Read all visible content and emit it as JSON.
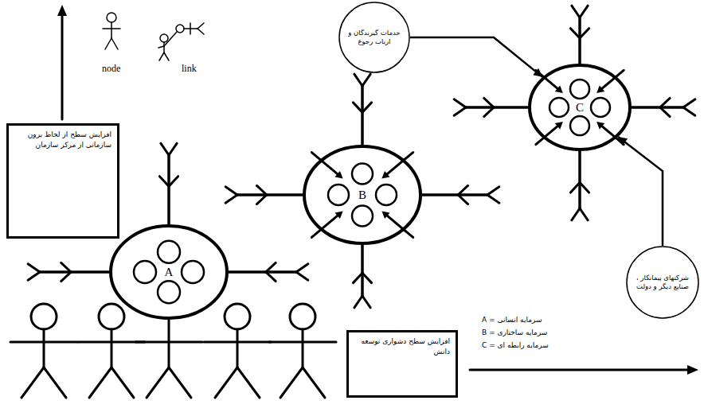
{
  "diagram": {
    "nodes": [
      {
        "text": [
          "خدمات گیرندگان و ارباب رجوع"
        ]
      },
      {
        "text": [
          "C"
        ]
      },
      {
        "text": [
          "افزایش سطح از لحاظ برون سازمانی از مرکز سازمان"
        ]
      },
      {
        "text": [
          "B"
        ]
      },
      {
        "text": [
          "A"
        ]
      },
      {
        "text": [
          "شرکتهای پیمانکار ، صنایع دیگر و دولت"
        ]
      },
      {
        "text": [
          "افزایش سطح دشواری توسعه دانش"
        ]
      }
    ],
    "edges": [
      {
        "from": 0,
        "to": 1,
        "arrow": "to"
      },
      {
        "from": 5,
        "to": 1,
        "arrow": "to"
      }
    ],
    "labels": [
      "node",
      "link",
      "A = سرمایه انسانی",
      "B = سرمایه ساختاری",
      "C = سرمایه رابطه ای"
    ]
  }
}
